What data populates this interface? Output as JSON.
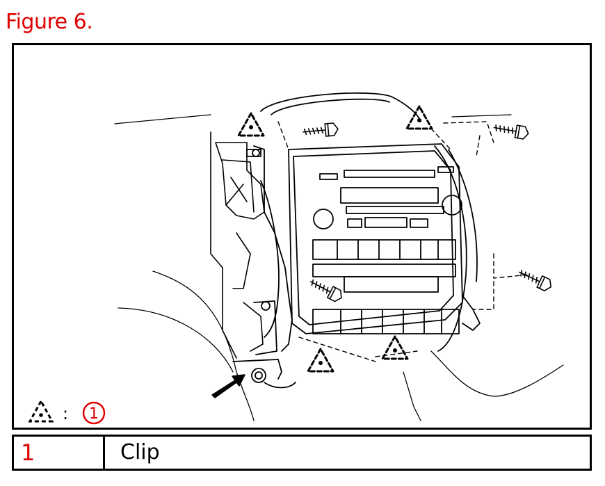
{
  "figure": {
    "title": "Figure 6.",
    "title_color": "#e00000"
  },
  "legend": {
    "separator": ":",
    "marker_number": "1",
    "marker_color": "#e00000"
  },
  "parts_table": [
    {
      "number": "1",
      "name": "Clip"
    }
  ]
}
